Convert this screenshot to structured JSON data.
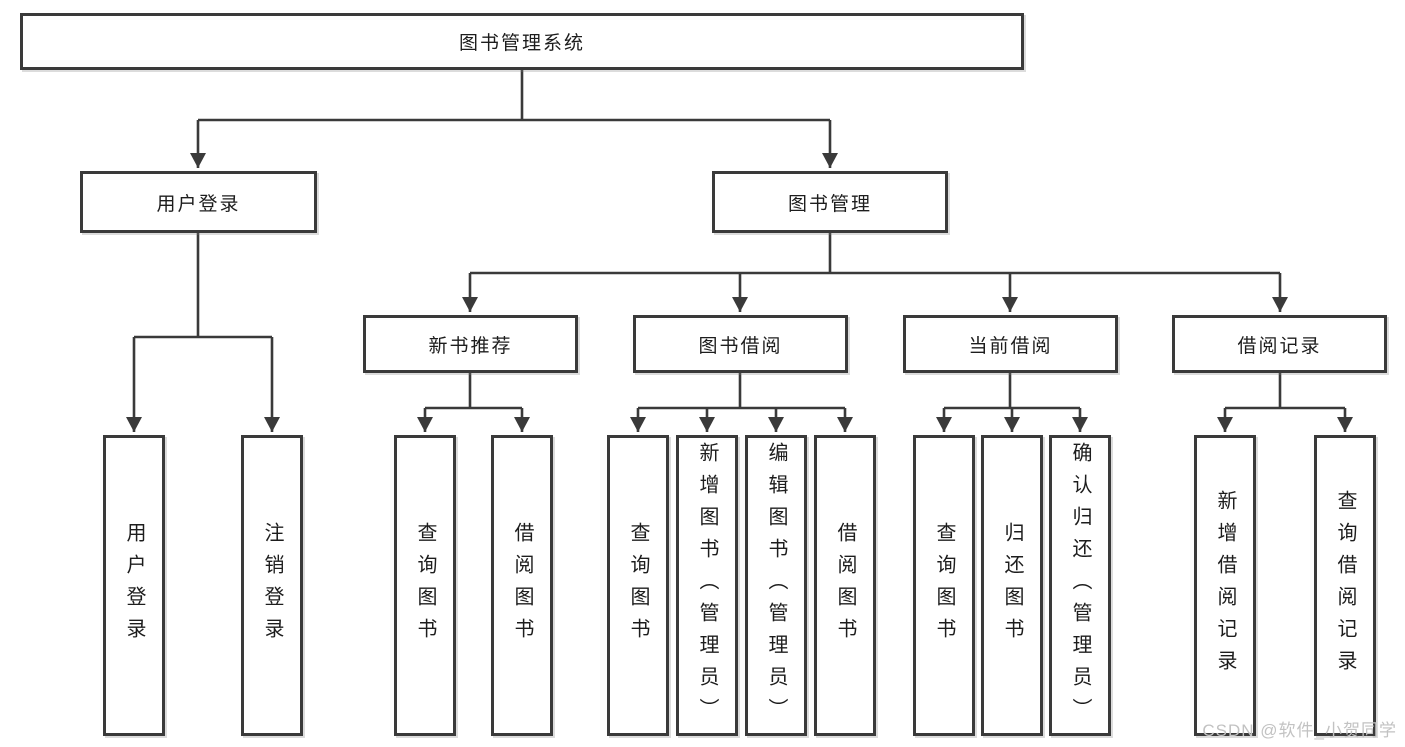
{
  "diagram": {
    "colors": {
      "line": "#3a3a3a",
      "box_border": "#3a3a3a",
      "box_background": "#ffffff",
      "text": "#1d1d1d",
      "watermark_text": "#c2c2c2"
    },
    "tree": {
      "root": {
        "label": "图书管理系统"
      },
      "children": [
        {
          "label": "用户登录",
          "children": [
            {
              "label": "用户登录"
            },
            {
              "label": "注销登录"
            }
          ]
        },
        {
          "label": "图书管理",
          "children": [
            {
              "label": "新书推荐",
              "children": [
                {
                  "label": "查询图书"
                },
                {
                  "label": "借阅图书"
                }
              ]
            },
            {
              "label": "图书借阅",
              "children": [
                {
                  "label": "查询图书"
                },
                {
                  "label": "新增图书（管理员）"
                },
                {
                  "label": "编辑图书（管理员）"
                },
                {
                  "label": "借阅图书"
                }
              ]
            },
            {
              "label": "当前借阅",
              "children": [
                {
                  "label": "查询图书"
                },
                {
                  "label": "归还图书"
                },
                {
                  "label": "确认归还（管理员）"
                }
              ]
            },
            {
              "label": "借阅记录",
              "children": [
                {
                  "label": "新增借阅记录"
                },
                {
                  "label": "查询借阅记录"
                }
              ]
            }
          ]
        }
      ]
    },
    "watermark": {
      "text": "CSDN @软件_小贺同学"
    }
  }
}
